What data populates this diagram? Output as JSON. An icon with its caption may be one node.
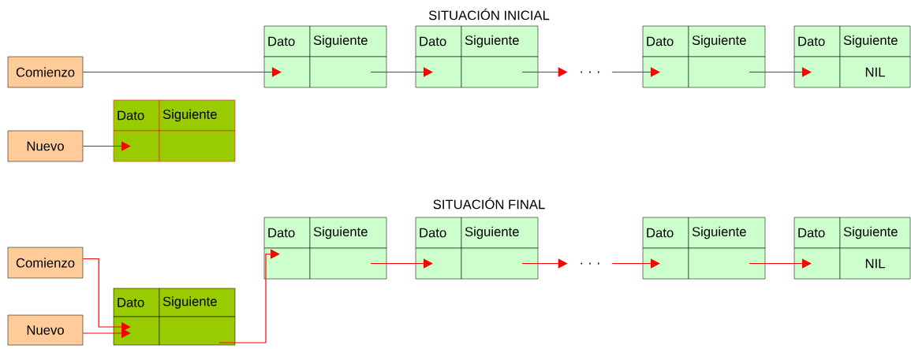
{
  "diagram": {
    "nodes": [
      {
        "text": [
          "Comienzo"
        ]
      },
      {
        "text": [
          "Dato"
        ]
      },
      {
        "text": [
          "Siguiente"
        ]
      },
      {
        "text": [],
        "shape": "box"
      },
      {
        "text": [],
        "shape": "box"
      },
      {
        "text": [
          "Dato"
        ]
      },
      {
        "text": [
          "Siguiente"
        ]
      },
      {
        "text": [],
        "shape": "box"
      },
      {
        "text": [],
        "shape": "box"
      },
      {
        "text": [
          ". . ."
        ]
      },
      {
        "text": [
          "Dato"
        ]
      },
      {
        "text": [
          "Siguiente"
        ]
      },
      {
        "text": [],
        "shape": "box"
      },
      {
        "text": [],
        "shape": "box"
      },
      {
        "text": [
          "Dato"
        ]
      },
      {
        "text": [
          "Siguiente"
        ]
      },
      {
        "text": [],
        "shape": "box"
      },
      {
        "text": [
          "NIL"
        ]
      },
      {
        "text": [
          "Nuevo"
        ]
      },
      {
        "text": [
          "Dato"
        ]
      },
      {
        "text": [
          "Siguiente"
        ]
      },
      {
        "text": [],
        "shape": "box"
      },
      {
        "text": [],
        "shape": "box"
      },
      {
        "text": [
          "Comienzo"
        ]
      },
      {
        "text": [
          "Nuevo"
        ]
      },
      {
        "text": [
          "Dato"
        ]
      },
      {
        "text": [
          "Siguiente"
        ]
      },
      {
        "text": [],
        "shape": "box"
      },
      {
        "text": [],
        "shape": "box"
      },
      {
        "text": [
          "Dato"
        ]
      },
      {
        "text": [
          "Siguiente"
        ]
      },
      {
        "text": [],
        "shape": "box"
      },
      {
        "text": [],
        "shape": "box"
      },
      {
        "text": [
          "Dato"
        ]
      },
      {
        "text": [
          "Siguiente"
        ]
      },
      {
        "text": [],
        "shape": "box"
      },
      {
        "text": [],
        "shape": "box"
      },
      {
        "text": [
          ". . ."
        ]
      },
      {
        "text": [
          "Dato"
        ]
      },
      {
        "text": [
          "Siguiente"
        ]
      },
      {
        "text": [],
        "shape": "box"
      },
      {
        "text": [],
        "shape": "box"
      },
      {
        "text": [
          "Dato"
        ]
      },
      {
        "text": [
          "Siguiente"
        ]
      },
      {
        "text": [],
        "shape": "box"
      },
      {
        "text": [
          "NIL"
        ]
      }
    ],
    "edges": [
      {
        "from": 0,
        "to": 3,
        "arrow": "to"
      },
      {
        "from": 4,
        "to": 7,
        "arrow": "to"
      },
      {
        "from": 8,
        "to": 9,
        "arrow": "to"
      },
      {
        "from": 9,
        "to": 12,
        "arrow": "to"
      },
      {
        "from": 13,
        "to": 16,
        "arrow": "to"
      },
      {
        "from": 18,
        "to": 21,
        "arrow": "to"
      },
      {
        "from": 23,
        "to": 27,
        "arrow": "to"
      },
      {
        "from": 24,
        "to": 27,
        "arrow": "to"
      },
      {
        "from": 28,
        "to": 31,
        "arrow": "to"
      },
      {
        "from": 32,
        "to": 35,
        "arrow": "to"
      },
      {
        "from": 36,
        "to": 37,
        "arrow": "to"
      },
      {
        "from": 37,
        "to": 40,
        "arrow": "to"
      },
      {
        "from": 41,
        "to": 44,
        "arrow": "to"
      }
    ],
    "labels": [
      "SITUACIÓN INICIAL",
      "SITUACIÓN FINAL"
    ]
  }
}
